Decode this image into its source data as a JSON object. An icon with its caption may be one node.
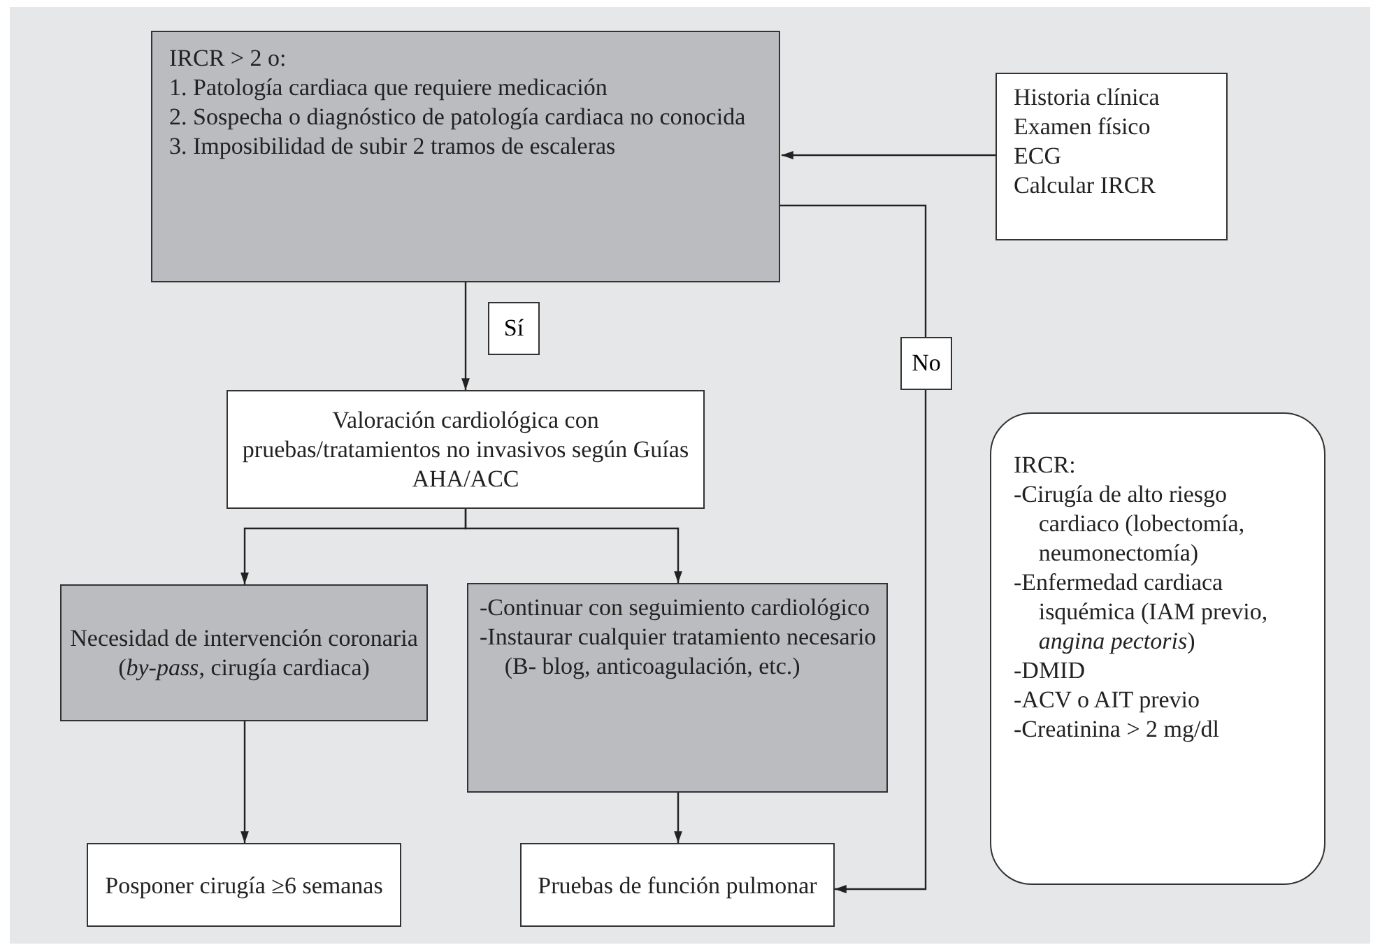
{
  "diagram": {
    "nodes": [
      {
        "text": [
          "IRCR > 2 o:",
          "1. Patología cardiaca que requiere medicación",
          "2. Sospecha o diagnóstico de patología cardiaca no conocida",
          "3. Imposibilidad de subir 2 tramos de escaleras"
        ]
      },
      {
        "text": [
          "Historia clínica",
          "Examen físico",
          "ECG",
          "Calcular IRCR"
        ]
      },
      {
        "text": [
          "Valoración cardiológica con pruebas/tratamientos no invasivos según Guías AHA/ACC"
        ]
      },
      {
        "text": [
          "Necesidad de intervención coronaria (*by-pass*, cirugía cardiaca)"
        ]
      },
      {
        "text": [
          "-Continuar con seguimiento cardiológico",
          "-Instaurar cualquier tratamiento necesario (B- blog, anticoagulación, etc.)"
        ]
      },
      {
        "text": [
          "Posponer cirugía ≥6 semanas"
        ]
      },
      {
        "text": [
          "Pruebas de función pulmonar"
        ]
      },
      {
        "text": [
          "IRCR:",
          "-Cirugía de alto riesgo cardiaco (lobectomía, neumonectomía)",
          "-Enfermedad cardiaca isquémica (IAM previo, *angina pectoris*)",
          "-DMID",
          "-ACV o AIT previo",
          "-Creatinina > 2 mg/dl"
        ]
      }
    ],
    "edges": [
      {
        "from": 1,
        "to": 0,
        "arrow": "to"
      },
      {
        "from": 0,
        "to": 2,
        "arrow": "to",
        "label": "Sí"
      },
      {
        "from": 2,
        "to": 3,
        "arrow": "to"
      },
      {
        "from": 2,
        "to": 4,
        "arrow": "to"
      },
      {
        "from": 3,
        "to": 5,
        "arrow": "to"
      },
      {
        "from": 4,
        "to": 6,
        "arrow": "to"
      },
      {
        "from": 0,
        "to": 6,
        "arrow": "to",
        "label": "No"
      }
    ]
  }
}
